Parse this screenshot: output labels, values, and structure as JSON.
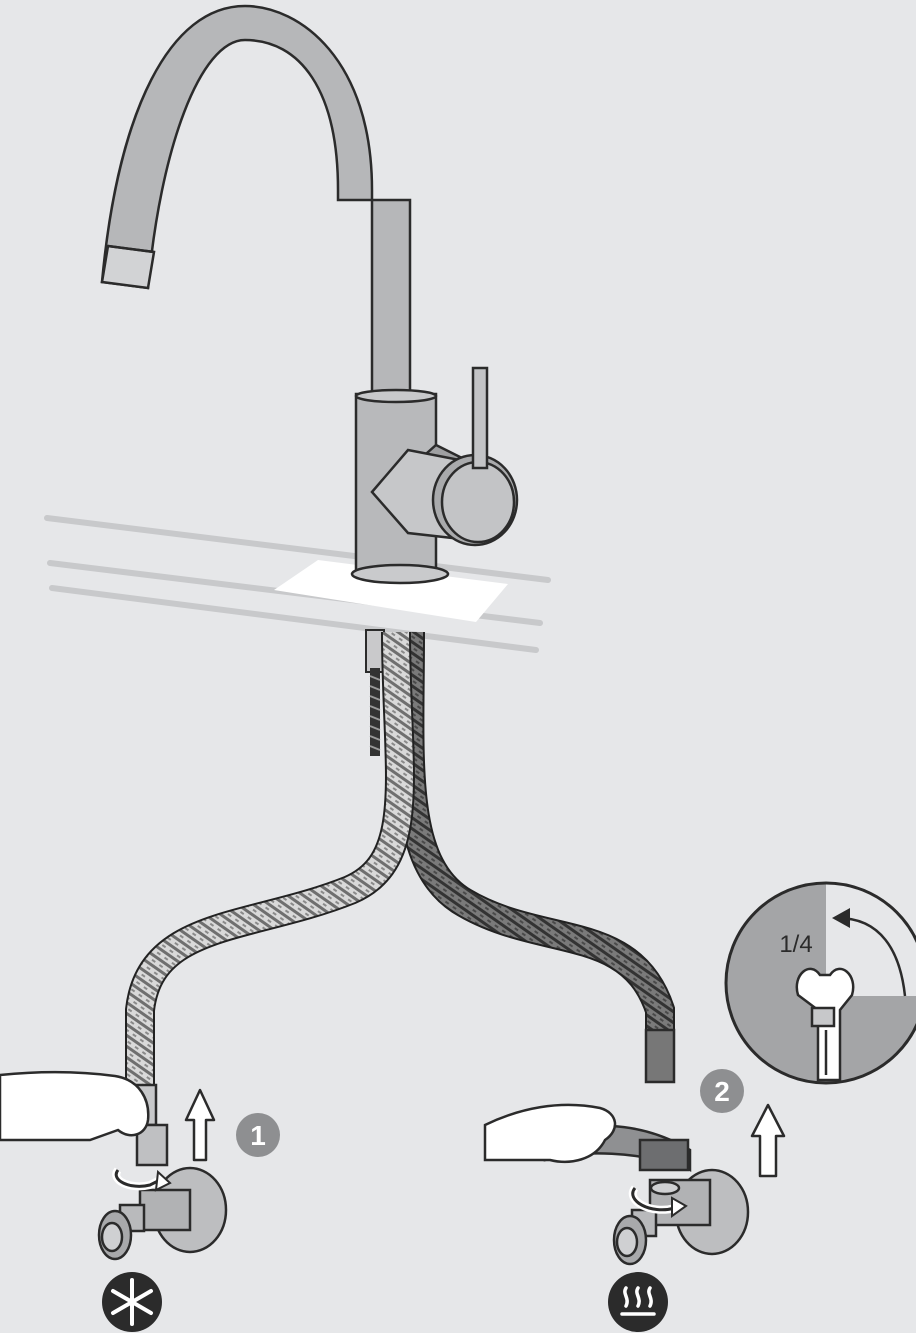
{
  "steps": [
    {
      "number": "1",
      "valve": "cold",
      "icon": "snowflake-icon"
    },
    {
      "number": "2",
      "valve": "hot",
      "icon": "heat-waves-icon"
    }
  ],
  "detail": {
    "rotation_label": "1/4",
    "icon": "wrench-icon"
  },
  "colors": {
    "background": "#e6e7e9",
    "faucet": "#b6b7b9",
    "outline": "#2b2b2b",
    "step_badge": "#8e8f91",
    "cold_hose": "#9a9a9a",
    "hot_hose": "#555555"
  }
}
